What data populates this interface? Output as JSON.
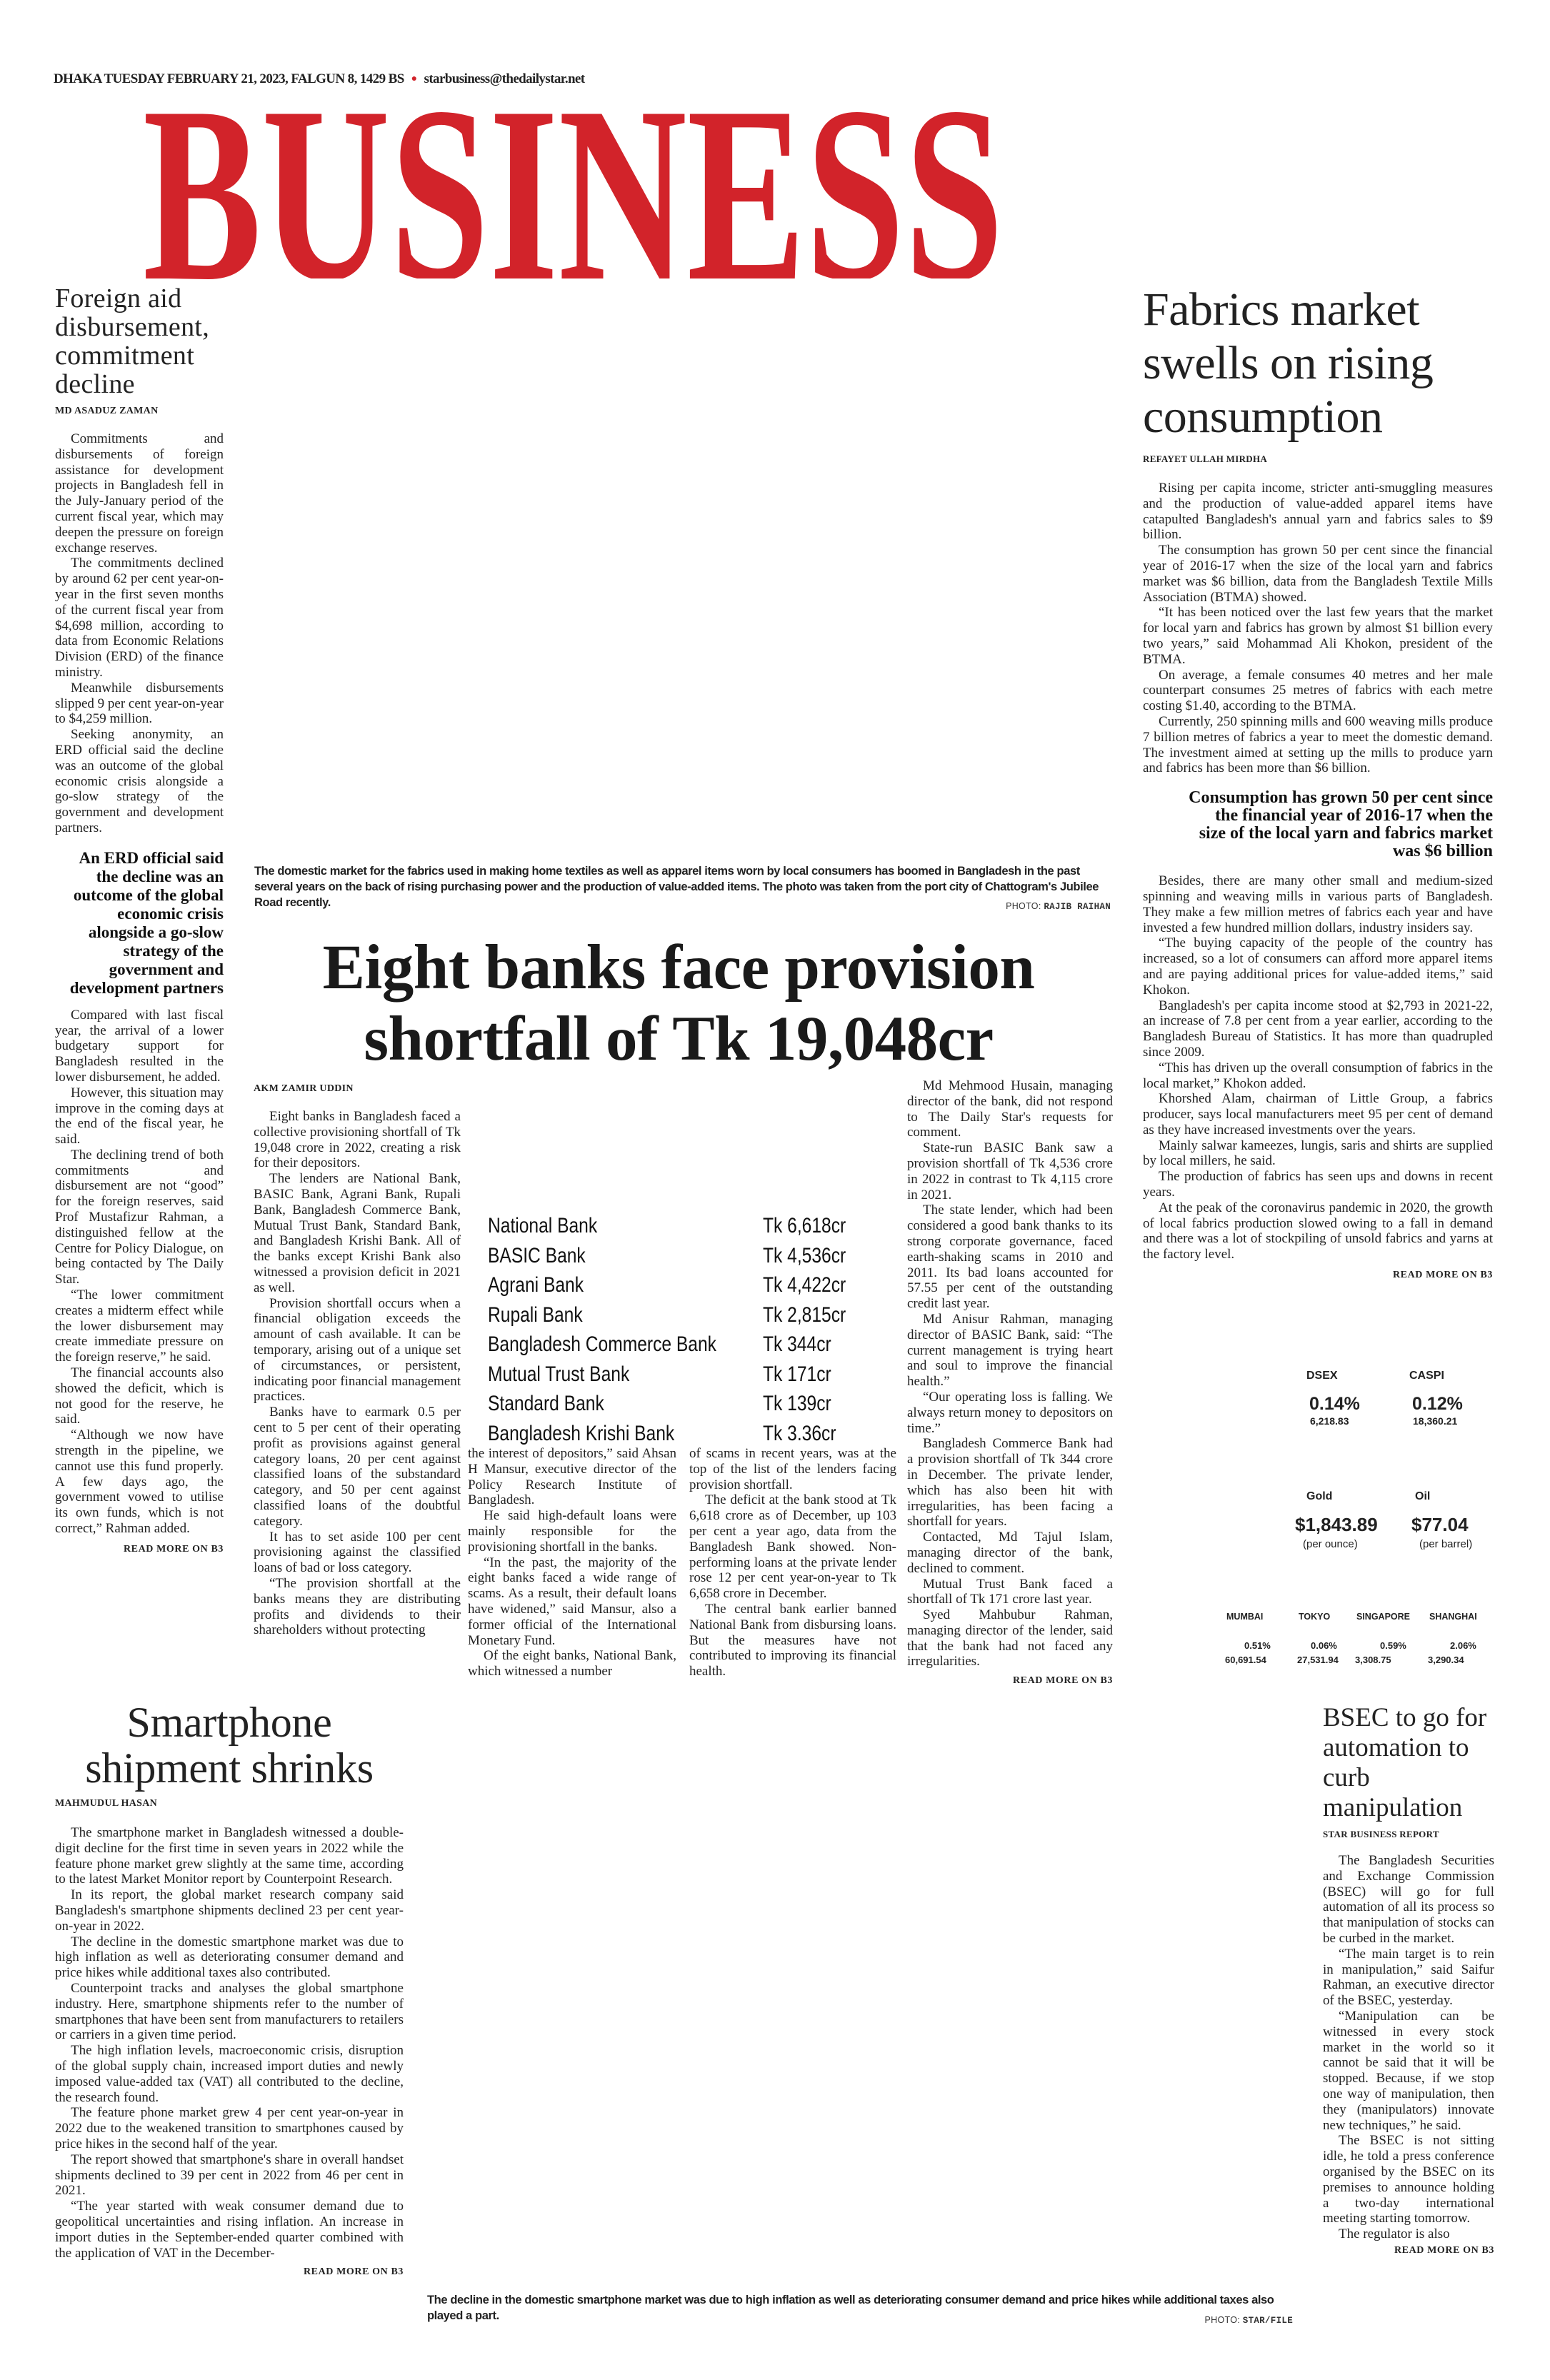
{
  "header": {
    "dateline": "DHAKA TUESDAY FEBRUARY 21, 2023, FALGUN 8, 1429 BS",
    "email": "starbusiness@thedailystar.net",
    "section_title": "BUSINESS",
    "brand_color": "#d2232a"
  },
  "foreign_aid": {
    "headline": "Foreign aid disbursement, commitment decline",
    "byline": "MD ASADUZ ZAMAN",
    "body_before": [
      "Commitments and disbursements of foreign assistance for development projects in Bangladesh fell in the July-January period of the current fiscal year, which may deepen the pressure on foreign exchange reserves.",
      "The commitments declined by around 62 per cent year-on-year in the first seven months of the current fiscal year from $4,698 million, according to data from Economic Relations Division (ERD) of the finance ministry.",
      "Meanwhile disbursements slipped 9 per cent year-on-year to $4,259 million.",
      "Seeking anonymity, an ERD official said the decline was an outcome of the global economic crisis alongside a go-slow strategy of the government and development partners."
    ],
    "pull_quote": "An ERD official said the decline was an outcome of the global economic crisis alongside a go-slow strategy of the government and development partners",
    "body_after": [
      "Compared with last fiscal year, the arrival of a lower budgetary support for Bangladesh resulted in the lower disbursement, he added.",
      "However, this situation may improve in the coming days at the end of the fiscal year, he said.",
      "The declining trend of both commitments and disbursement are not “good” for the foreign reserves, said Prof Mustafizur Rahman, a distinguished fellow at the Centre for Policy Dialogue, on being contacted by The Daily Star.",
      "“The lower commitment creates a midterm effect while the lower disbursement may create immediate pressure on the foreign reserve,” he said.",
      "The financial accounts also showed the deficit, which is not good for the reserve, he said.",
      "“Although we now have strength in the pipeline, we cannot use this fund properly. A few days ago, the government vowed to utilise its own funds, which is not correct,” Rahman added."
    ],
    "read_more": "READ MORE ON B3"
  },
  "fabrics": {
    "headline": "Fabrics market swells on rising consumption",
    "byline": "REFAYET ULLAH MIRDHA",
    "body_before": [
      "Rising per capita income, stricter anti-smuggling measures and the production of value-added apparel items have catapulted Bangladesh's annual yarn and fabrics sales to $9 billion.",
      "The consumption has grown 50 per cent since the financial year of 2016-17 when the size of the local yarn and fabrics market was $6 billion, data from the Bangladesh Textile Mills Association (BTMA) showed.",
      "“It has been noticed over the last few years that the market for local yarn and fabrics has grown by almost $1 billion every two years,” said Mohammad Ali Khokon, president of the BTMA.",
      "On average, a female consumes 40 metres and her male counterpart consumes 25 metres of fabrics with each metre costing $1.40, according to the BTMA.",
      "Currently, 250 spinning mills and 600 weaving mills produce 7 billion metres of fabrics a year to meet the domestic demand. The investment aimed at setting up the mills to produce yarn and fabrics has been more than $6 billion."
    ],
    "pull_quote": "Consumption has grown 50 per cent since the financial year of 2016-17 when the size of the local yarn and fabrics market was $6 billion",
    "body_after": [
      "Besides, there are many other small and medium-sized spinning and weaving mills in various parts of Bangladesh. They make a few million metres of fabrics each year and have invested a few hundred million dollars, industry insiders say.",
      "“The buying capacity of the people of the country has increased, so a lot of consumers can afford more apparel items and are paying additional prices for value-added items,” said Khokon.",
      "Bangladesh's per capita income stood at $2,793 in 2021-22, an increase of 7.8 per cent from a year earlier, according to the Bangladesh Bureau of Statistics. It has more than quadrupled since 2009.",
      "“This has driven up the overall consumption of fabrics in the local market,” Khokon added.",
      "Khorshed Alam, chairman of Little Group, a fabrics producer, says local manufacturers meet 95 per cent of demand as they have increased investments over the years.",
      "Mainly salwar kameezes, lungis, saris and shirts are supplied by local millers, he said.",
      "The production of fabrics has seen ups and downs in recent years.",
      "At the peak of the coronavirus pandemic in 2020, the growth of local fabrics production slowed owing to a fall in demand and there was a lot of stockpiling of unsold fabrics and yarns at the factory level."
    ],
    "read_more": "READ MORE ON B3"
  },
  "top_photo": {
    "caption": "The domestic market for the fabrics used in making home textiles as well as apparel items worn by local consumers has boomed in Bangladesh in the past several years on the back of rising purchasing power and the production of value-added items. The photo was taken from the port city of Chattogram's Jubilee Road recently.",
    "credit_label": "PHOTO:",
    "credit_name": "RAJIB RAIHAN"
  },
  "banks": {
    "headline": "Eight banks face provision shortfall of Tk 19,048cr",
    "byline": "AKM ZAMIR UDDIN",
    "shortfall_table": [
      {
        "bank": "National Bank",
        "amount": "Tk 6,618cr"
      },
      {
        "bank": "BASIC Bank",
        "amount": "Tk 4,536cr"
      },
      {
        "bank": "Agrani Bank",
        "amount": "Tk 4,422cr"
      },
      {
        "bank": "Rupali Bank",
        "amount": "Tk 2,815cr"
      },
      {
        "bank": "Bangladesh Commerce Bank",
        "amount": "Tk 344cr"
      },
      {
        "bank": "Mutual Trust Bank",
        "amount": "Tk 171cr"
      },
      {
        "bank": "Standard Bank",
        "amount": "Tk 139cr"
      },
      {
        "bank": "Bangladesh Krishi Bank",
        "amount": "Tk 3.36cr"
      }
    ],
    "columns": [
      [
        "Eight banks in Bangladesh faced a collective provisioning shortfall of Tk 19,048 crore in 2022, creating a risk for their depositors.",
        "The lenders are National Bank, BASIC Bank, Agrani Bank, Rupali Bank, Bangladesh Commerce Bank, Mutual Trust Bank, Standard Bank, and Bangladesh Krishi Bank. All of the banks except Krishi Bank also witnessed a provision deficit in 2021 as well.",
        "Provision shortfall occurs when a financial obligation exceeds the amount of cash available. It can be temporary, arising out of a unique set of circumstances, or persistent, indicating poor financial management practices.",
        "Banks have to earmark 0.5 per cent to 5 per cent of their operating profit as provisions against general category loans, 20 per cent against classified loans of the substandard category, and 50 per cent against classified loans of the doubtful category.",
        "It has to set aside 100 per cent provisioning against the classified loans of bad or loss category.",
        "“The provision shortfall at the banks means they are distributing profits and dividends to their shareholders without protecting"
      ],
      [
        "the interest of depositors,” said Ahsan H Mansur, executive director of the Policy Research Institute of Bangladesh.",
        "He said high-default loans were mainly responsible for the provisioning shortfall in the banks.",
        "“In the past, the majority of the eight banks faced a wide range of scams. As a result, their default loans have widened,” said Mansur, also a former official of the International Monetary Fund.",
        "Of the eight banks, National Bank, which witnessed a number"
      ],
      [
        "of scams in recent years, was at the top of the list of the lenders facing provision shortfall.",
        "The deficit at the bank stood at Tk 6,618 crore as of December, up 103 per cent a year ago, data from the Bangladesh Bank showed. Non-performing loans at the private lender rose 12 per cent year-on-year to Tk 6,658 crore in December.",
        "The central bank earlier banned National Bank from disbursing loans. But the measures have not contributed to improving its financial health."
      ],
      [
        "Md Mehmood Husain, managing director of the bank, did not respond to The Daily Star's requests for comment.",
        "State-run BASIC Bank saw a provision shortfall of Tk 4,536 crore in 2022 in contrast to Tk 4,115 crore in 2021.",
        "The state lender, which had been considered a good bank thanks to its strong corporate governance, faced earth-shaking scams in 2010 and 2011. Its bad loans accounted for 57.55 per cent of the outstanding credit last year.",
        "Md Anisur Rahman, managing director of BASIC Bank, said: “The current management is trying heart and soul to improve the financial health.”",
        "“Our operating loss is falling. We always return money to depositors on time.”",
        "Bangladesh Commerce Bank had a provision shortfall of Tk 344 crore in December. The private lender, which has also been hit with irregularities, has been facing a shortfall for years.",
        "Contacted, Md Tajul Islam, managing director of the bank, declined to comment.",
        "Mutual Trust Bank faced a shortfall of Tk 171 crore last year.",
        "Syed Mahbubur Rahman, managing director of the lender, said that the bank had not faced any irregularities."
      ]
    ],
    "read_more": "READ MORE ON B3"
  },
  "markets": {
    "indices": [
      {
        "name": "DSEX",
        "change": "0.14%",
        "value": "6,218.83"
      },
      {
        "name": "CASPI",
        "change": "0.12%",
        "value": "18,360.21"
      }
    ],
    "commodities": [
      {
        "name": "Gold",
        "price": "$1,843.89",
        "unit": "(per ounce)"
      },
      {
        "name": "Oil",
        "price": "$77.04",
        "unit": "(per barrel)"
      }
    ],
    "asian": [
      {
        "name": "MUMBAI",
        "change": "0.51%",
        "value": "60,691.54"
      },
      {
        "name": "TOKYO",
        "change": "0.06%",
        "value": "27,531.94"
      },
      {
        "name": "SINGAPORE",
        "change": "0.59%",
        "value": "3,308.75"
      },
      {
        "name": "SHANGHAI",
        "change": "2.06%",
        "value": "3,290.34"
      }
    ]
  },
  "smartphone": {
    "headline": "Smartphone shipment shrinks",
    "byline": "MAHMUDUL HASAN",
    "body": [
      "The smartphone market in Bangladesh witnessed a double-digit decline for the first time in seven years in 2022 while the feature phone market grew slightly at the same time, according to the latest Market Monitor report by Counterpoint Research.",
      "In its report, the global market research company said Bangladesh's smartphone shipments declined 23 per cent year-on-year in 2022.",
      "The decline in the domestic smartphone market was due to high inflation as well as deteriorating consumer demand and price hikes while additional taxes also contributed.",
      "Counterpoint tracks and analyses the global smartphone industry. Here, smartphone shipments refer to the number of smartphones that have been sent from manufacturers to retailers or carriers in a given time period.",
      "The high inflation levels, macroeconomic crisis, disruption of the global supply chain, increased import duties and newly imposed value-added tax (VAT) all contributed to the decline, the research found.",
      "The feature phone market grew 4 per cent year-on-year in 2022 due to the weakened transition to smartphones caused by price hikes in the second half of the year.",
      "The report showed that smartphone's share in overall handset shipments declined to 39 per cent in 2022 from 46 per cent in 2021.",
      "“The year started with weak consumer demand due to geopolitical uncertainties and rising inflation. An increase in import duties in the September-ended quarter combined with the application of VAT in the December-"
    ],
    "read_more": "READ MORE ON B3"
  },
  "bottom_photo": {
    "caption": "The decline in the domestic smartphone market was due to high inflation as well as deteriorating consumer demand and price hikes while additional taxes also played a part.",
    "credit_label": "PHOTO:",
    "credit_name": "STAR/FILE"
  },
  "bsec": {
    "headline": "BSEC to go for automation to curb manipulation",
    "byline": "STAR BUSINESS REPORT",
    "body": [
      "The Bangladesh Securities and Exchange Commission (BSEC) will go for full automation of all its process so that manipulation of stocks can be curbed in the market.",
      "“The main target is to rein in manipulation,” said Saifur Rahman, an executive director of the BSEC, yesterday.",
      "“Manipulation can be witnessed in every stock market in the world so it cannot be said that it will be stopped. Because, if we stop one way of manipulation, then they (manipulators) innovate new techniques,” he said.",
      "The BSEC is not sitting idle, he told a press conference organised by the BSEC on its premises to announce holding a two-day international meeting starting tomorrow.",
      "The regulator is also"
    ],
    "read_more": "READ MORE ON B3"
  }
}
